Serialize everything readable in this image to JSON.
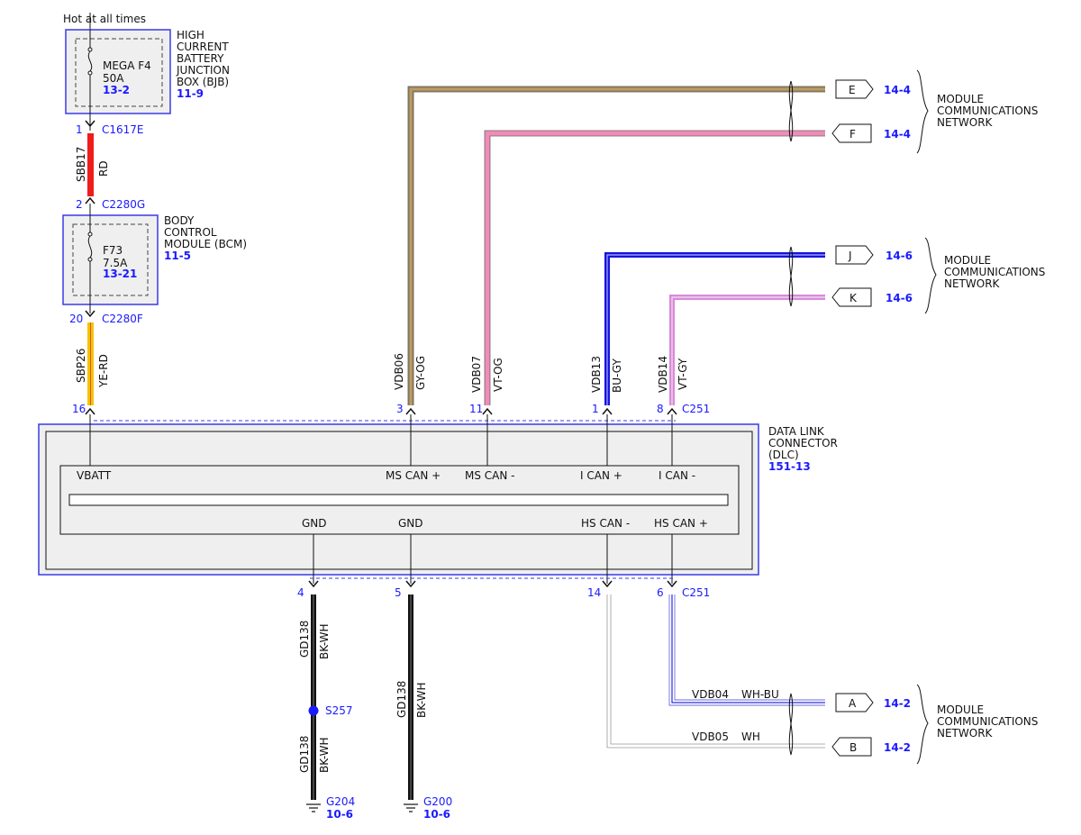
{
  "colors": {
    "box_blue": "#3a3ae6",
    "label_blue": "#1a1aff",
    "wire_tan": "#a08a5a",
    "wire_pink": "#f08cb8",
    "wire_bu": "#1414dc",
    "wire_vt": "#d88ad8",
    "wire_red": "#ee1c1c",
    "wire_yellow": "#f2c40a",
    "wire_black": "#111111",
    "wire_grey": "#b8b8b8",
    "panel_grey": "#efefef"
  },
  "top_note": "Hot at all times",
  "bjb": {
    "title_lines": [
      "HIGH",
      "CURRENT",
      "BATTERY",
      "JUNCTION",
      "BOX (BJB)"
    ],
    "ref": "11-9",
    "fuse_name": "MEGA F4",
    "fuse_rating": "50A",
    "fuse_ref": "13-2"
  },
  "sbb17": {
    "pin_top": "1",
    "connector_top": "C1617E",
    "circuit": "SBB17",
    "color": "RD",
    "pin_bottom": "2",
    "connector_bottom": "C2280G"
  },
  "bcm": {
    "title_lines": [
      "BODY",
      "CONTROL",
      "MODULE (BCM)"
    ],
    "ref": "11-5",
    "fuse_name": "F73",
    "fuse_rating": "7.5A",
    "fuse_ref": "13-21"
  },
  "sbp26": {
    "pin_top": "20",
    "connector_top": "C2280F",
    "circuit": "SBP26",
    "color": "YE-RD",
    "pin_bottom": "16"
  },
  "dlc": {
    "title_lines": [
      "DATA LINK",
      "CONNECTOR",
      "(DLC)"
    ],
    "ref": "151-13",
    "connector": "C251",
    "labels": {
      "vbatt": "VBATT",
      "ms_can_plus": "MS CAN +",
      "ms_can_minus": "MS CAN -",
      "i_can_plus": "I CAN +",
      "i_can_minus": "I CAN -",
      "gnd1": "GND",
      "gnd2": "GND",
      "hs_can_minus": "HS CAN -",
      "hs_can_plus": "HS CAN +"
    }
  },
  "top_wires": {
    "vdb06": {
      "pin": "3",
      "circuit": "VDB06",
      "color": "GY-OG",
      "term": "E",
      "ref": "14-4"
    },
    "vdb07": {
      "pin": "11",
      "circuit": "VDB07",
      "color": "VT-OG",
      "term": "F",
      "ref": "14-4"
    },
    "vdb13": {
      "pin": "1",
      "circuit": "VDB13",
      "color": "BU-GY",
      "term": "J",
      "ref": "14-6"
    },
    "vdb14": {
      "pin": "8",
      "circuit": "VDB14",
      "color": "VT-GY",
      "term": "K",
      "ref": "14-6"
    }
  },
  "network_label_lines": [
    "MODULE",
    "COMMUNICATIONS",
    "NETWORK"
  ],
  "grounds": {
    "g204": {
      "pin": "4",
      "circuit": "GD138",
      "color": "BK-WH",
      "splice": "S257",
      "ground": "G204",
      "ref": "10-6"
    },
    "g200": {
      "pin": "5",
      "circuit": "GD138",
      "color": "BK-WH",
      "ground": "G200",
      "ref": "10-6"
    }
  },
  "bottom_wires": {
    "vdb05": {
      "pin": "14",
      "circuit": "VDB05",
      "color": "WH",
      "term": "B",
      "ref": "14-2"
    },
    "vdb04": {
      "pin": "6",
      "circuit": "VDB04",
      "color": "WH-BU",
      "term": "A",
      "ref": "14-2"
    }
  }
}
